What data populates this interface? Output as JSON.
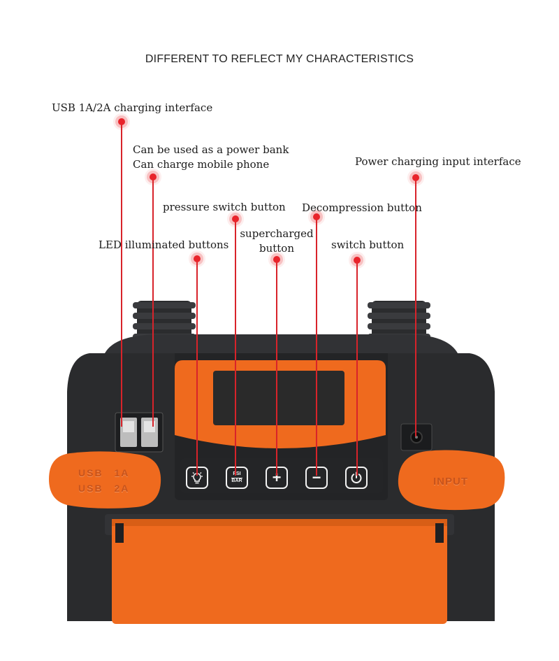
{
  "heading": "DIFFERENT TO REFLECT MY CHARACTERISTICS",
  "callouts": {
    "usb_interface": "USB 1A/2A charging interface",
    "power_bank_line1": "Can be used as a power bank",
    "power_bank_line2": "Can charge mobile phone",
    "charging_input": "Power charging input interface",
    "pressure_switch": "pressure switch button",
    "decompression": "Decompression button",
    "supercharged_line1": "supercharged",
    "supercharged_line2": "button",
    "led_buttons": "LED illuminated buttons",
    "switch_button": "switch button"
  },
  "device": {
    "usb_cap_line1": "USB 1A",
    "usb_cap_line2": "USB 2A",
    "input_cap": "INPUT",
    "psi_label": "PSI",
    "bar_label": "BAR",
    "plus_glyph": "+",
    "minus_glyph": "−",
    "colors": {
      "body": "#2a2b2d",
      "accent": "#ef6a1e",
      "callout": "#d8232a"
    }
  }
}
